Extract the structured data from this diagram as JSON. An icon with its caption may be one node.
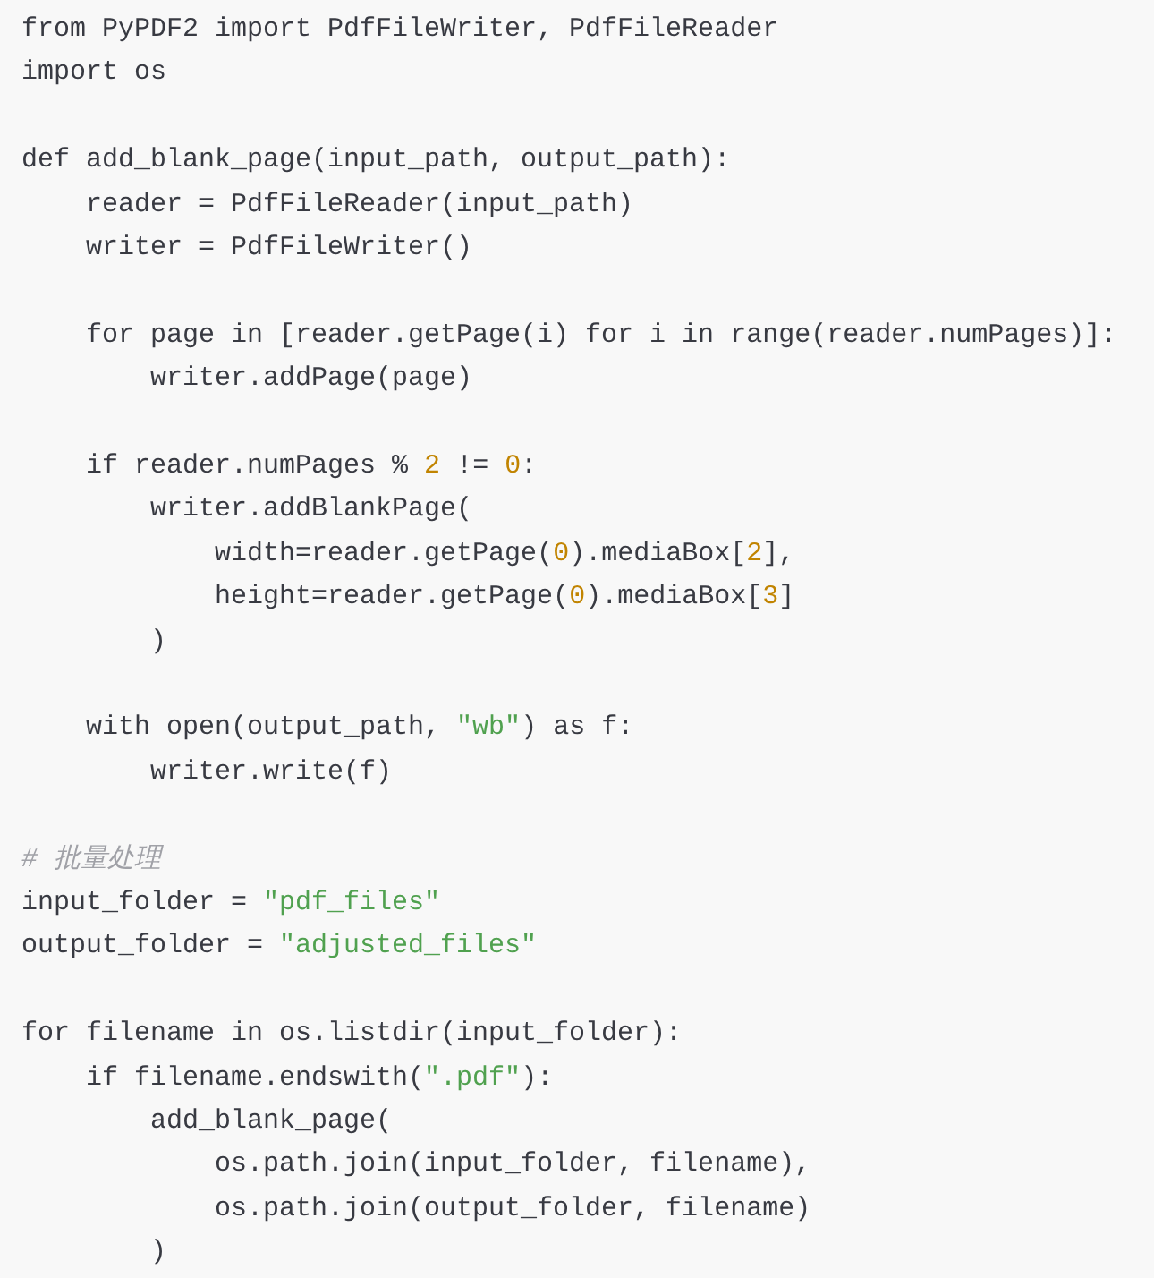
{
  "diagram": {
    "labels": [
      "from PyPDF2 import PdfFileWriter, PdfFileReader",
      "import os",
      "def add_blank_page(input_path, output_path):",
      "    reader = PdfFileReader(input_path)",
      "    writer = PdfFileWriter()",
      "    for page in [reader.getPage(i) for i in range(reader.numPages)]:",
      "        writer.addPage(page)",
      "    if reader.numPages % 2 != 0:",
      "        writer.addBlankPage(",
      "            width=reader.getPage(0).mediaBox[2],",
      "            height=reader.getPage(0).mediaBox[3]",
      "        )",
      "    with open(output_path, \"wb\") as f:",
      "        writer.write(f)",
      "# 批量处理",
      "input_folder = \"pdf_files\"",
      "output_folder = \"adjusted_files\"",
      "for filename in os.listdir(input_folder):",
      "    if filename.endswith(\".pdf\"):",
      "        add_blank_page(",
      "            os.path.join(input_folder, filename),",
      "            os.path.join(output_folder, filename)",
      "        )"
    ]
  }
}
